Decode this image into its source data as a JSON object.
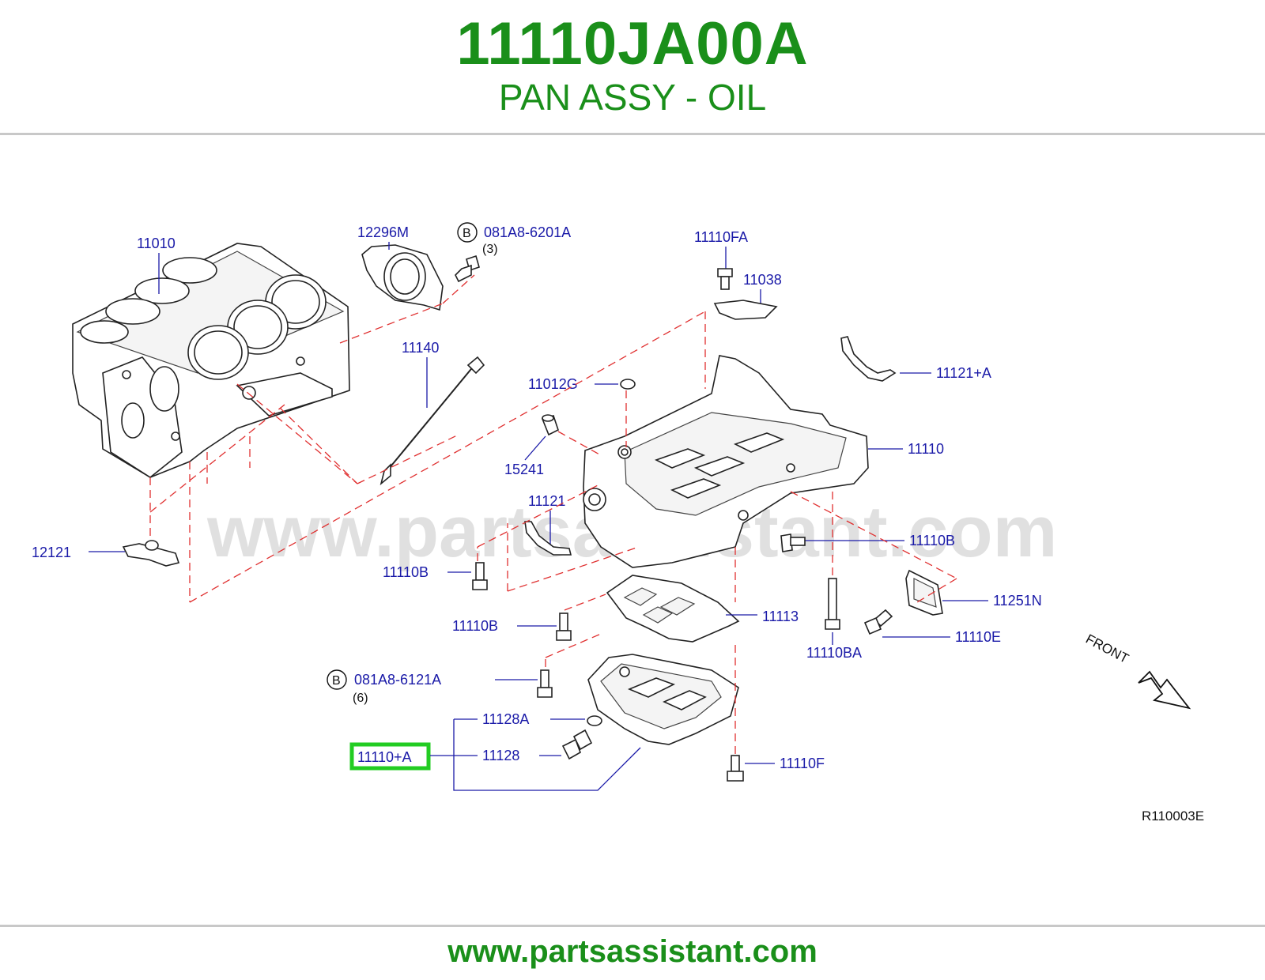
{
  "header": {
    "part_number": "11110JA00A",
    "part_name": "PAN ASSY - OIL"
  },
  "footer": {
    "url": "www.partsassistant.com"
  },
  "diagram": {
    "watermark": "www.partsassistant.com",
    "reference_code": "R110003E",
    "front_label": "FRONT",
    "bolt_symbol": "B",
    "labels": {
      "l11010": "11010",
      "l12296m": "12296M",
      "l081a8_6201a": "081A8-6201A",
      "qty3": "(3)",
      "l11110fa": "11110FA",
      "l11038": "11038",
      "l11140": "11140",
      "l11121a": "11121+A",
      "l11012g": "11012G",
      "l15241": "15241",
      "l11110": "11110",
      "l11121": "11121",
      "l12121": "12121",
      "l11110b_1": "11110B",
      "l11110b_2": "11110B",
      "l11110b_3": "11110B",
      "l11251n": "11251N",
      "l11113": "11113",
      "l11110e": "11110E",
      "l11110ba": "11110BA",
      "l081a8_6121a": "081A8-6121A",
      "qty6": "(6)",
      "l11128a": "11128A",
      "l11110a": "11110+A",
      "l11128": "11128",
      "l11110f": "11110F"
    },
    "highlighted_part": "11110+A",
    "colors": {
      "accent": "#1a8f1a",
      "label": "#1a1aa8",
      "highlight": "#22cc22",
      "dashed_leader": "#e03030"
    }
  }
}
